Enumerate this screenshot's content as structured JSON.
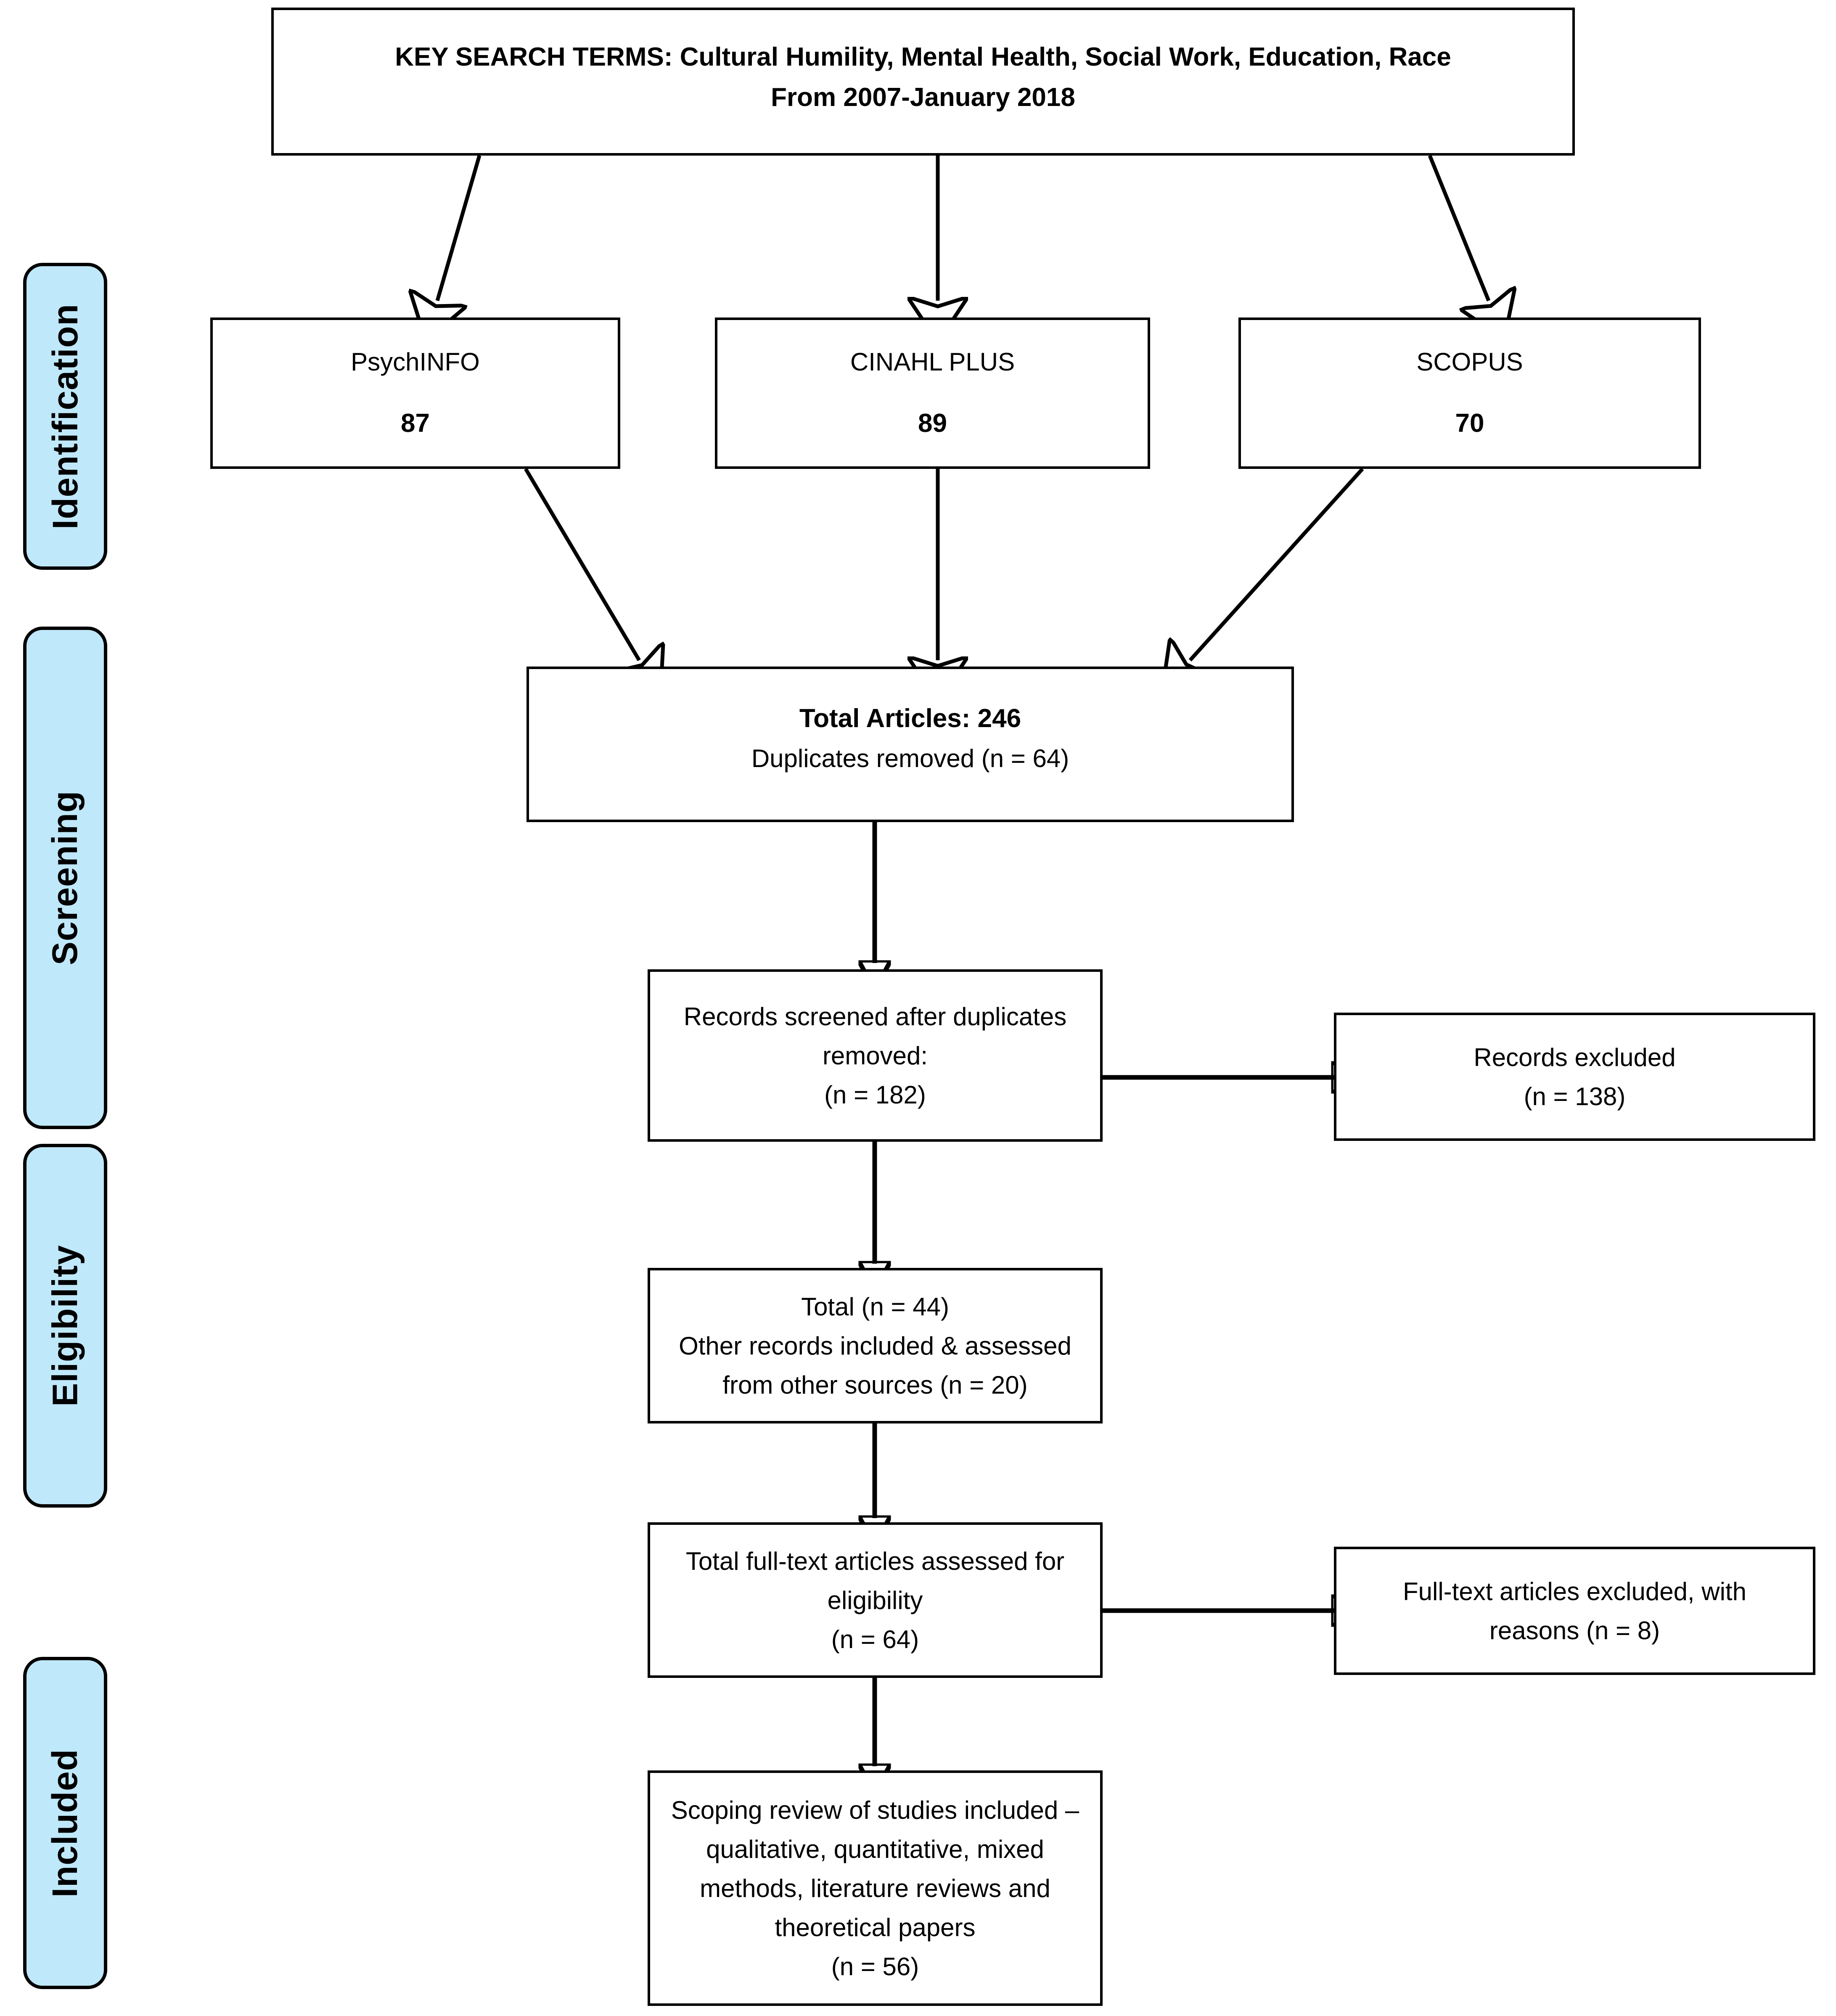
{
  "diagram": {
    "type": "prisma-flow-diagram",
    "title": "PRISMA scoping review flow diagram",
    "accent_color": "#bfe8fa",
    "line_color": "#000000",
    "background_color": "#ffffff"
  },
  "phases": [
    {
      "id": "identification",
      "label": "Identification"
    },
    {
      "id": "screening",
      "label": "Screening"
    },
    {
      "id": "eligibility",
      "label": "Eligibility"
    },
    {
      "id": "included",
      "label": "Included"
    }
  ],
  "header": {
    "line1": "KEY SEARCH TERMS:  Cultural Humility, Mental Health, Social Work, Education, Race",
    "line2": "From 2007-January 2018"
  },
  "databases": [
    {
      "id": "psychinfo",
      "name": "PsychINFO",
      "count": "87"
    },
    {
      "id": "cinahl-plus",
      "name": "CINAHL PLUS",
      "count": "89"
    },
    {
      "id": "scopus",
      "name": "SCOPUS",
      "count": "70"
    }
  ],
  "totals": {
    "line1": "Total Articles: 246",
    "line2": "Duplicates removed (n = 64)"
  },
  "screened": {
    "line1": "Records screened after duplicates",
    "line2": "removed:",
    "line3": "(n = 182)"
  },
  "records_excluded": {
    "line1": "Records excluded",
    "line2": "(n = 138)"
  },
  "eligibility_total": {
    "line1": "Total (n = 44)",
    "line2": "Other records included & assessed",
    "line3": "from other sources (n = 20)"
  },
  "fulltext_assessed": {
    "line1": "Total full-text articles assessed for",
    "line2": "eligibility",
    "line3": "(n = 64)"
  },
  "fulltext_excluded": {
    "line1": "Full-text articles excluded, with",
    "line2": "reasons (n = 8)"
  },
  "included_final": {
    "line1": "Scoping review of studies included –",
    "line2": "qualitative, quantitative, mixed",
    "line3": "methods, literature reviews and",
    "line4": "theoretical papers",
    "line5": "(n = 56)"
  },
  "chart_data": {
    "type": "table",
    "title": "PRISMA record counts",
    "categories": [
      "PsychINFO",
      "CINAHL PLUS",
      "SCOPUS",
      "Total articles",
      "Duplicates removed",
      "Records screened",
      "Records excluded",
      "Total",
      "Other records from other sources",
      "Full-text articles assessed",
      "Full-text articles excluded",
      "Studies included in scoping review"
    ],
    "values": [
      87,
      89,
      70,
      246,
      64,
      182,
      138,
      44,
      20,
      64,
      8,
      56
    ]
  }
}
